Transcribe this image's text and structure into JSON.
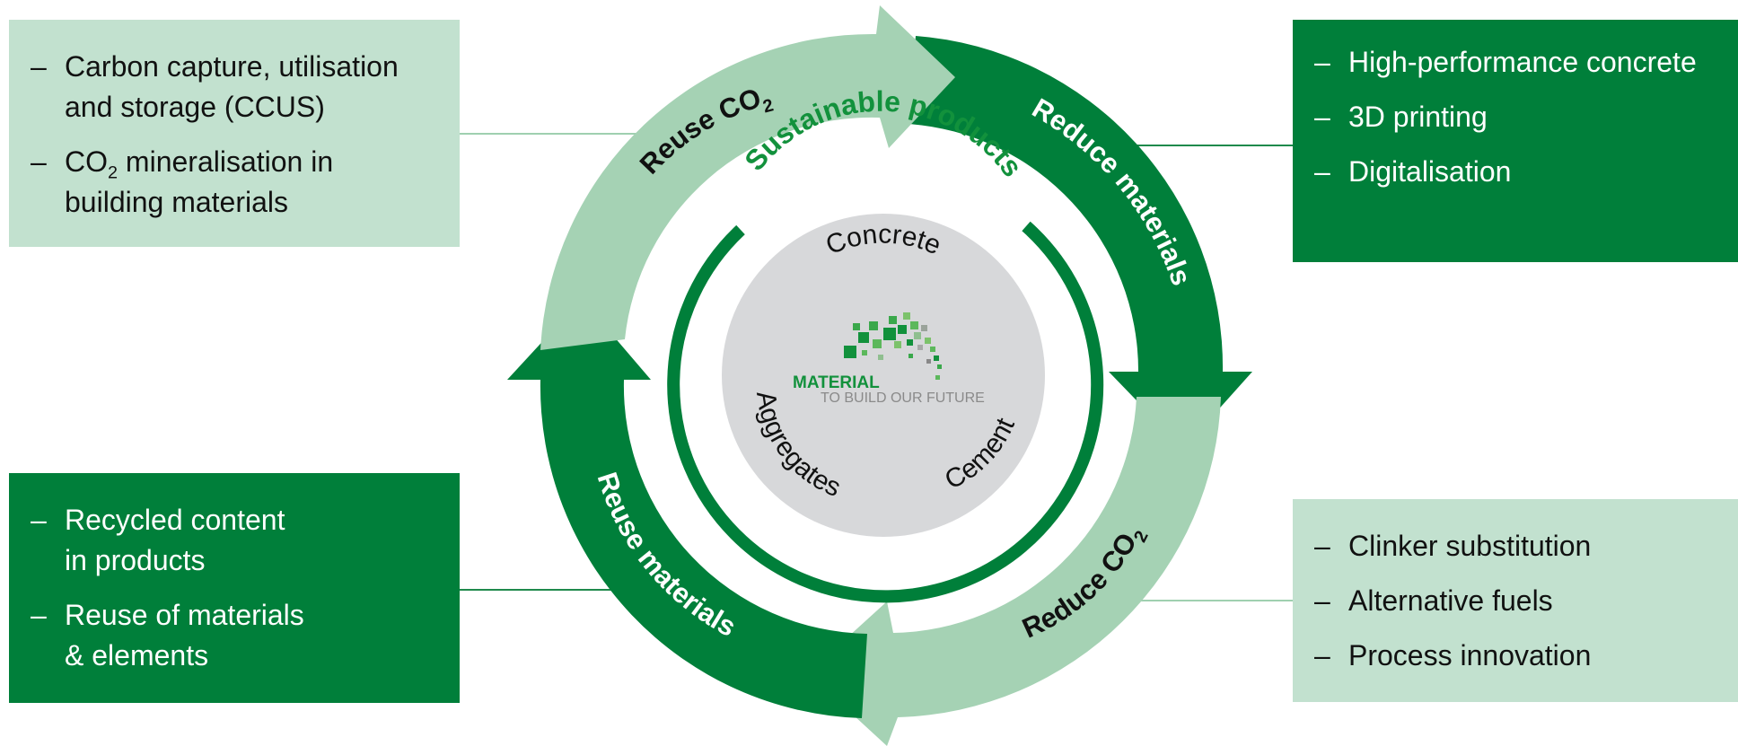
{
  "panels": {
    "top_left": [
      {
        "text": "Carbon capture, utilisation\nand storage (CCUS)"
      },
      {
        "pre": "CO",
        "sub": "2",
        "post": " mineralisation in\nbuilding materials"
      }
    ],
    "top_right": [
      {
        "text": "High-performance concrete"
      },
      {
        "text": "3D printing"
      },
      {
        "text": "Digitalisation"
      }
    ],
    "bottom_left": [
      {
        "text": "Recycled content\nin products"
      },
      {
        "text": "Reuse of materials\n& elements"
      }
    ],
    "bottom_right": [
      {
        "text": "Clinker substitution"
      },
      {
        "text": "Alternative fuels"
      },
      {
        "text": "Process innovation"
      }
    ]
  },
  "dash": "–",
  "cycle": {
    "reuse_co2": {
      "pre": "Reuse CO",
      "sub": "2"
    },
    "reduce_materials": "Reduce materials",
    "reduce_co2": {
      "pre": "Reduce CO",
      "sub": "2"
    },
    "reuse_materials": "Reuse materials",
    "sustainable_products": "Sustainable products"
  },
  "core": {
    "concrete": "Concrete",
    "aggregates": "Aggregates",
    "cement": "Cement",
    "logo_word": "MATERIAL",
    "logo_tagline": "TO BUILD OUR FUTURE"
  },
  "colors": {
    "dark_green": "#007f3a",
    "light_green": "#a5d2b4",
    "panel_light": "#c2e1cf",
    "core_grey": "#d7d8da",
    "connector_light": "#9fd0b0",
    "connector_dark": "#1f8a4c"
  }
}
